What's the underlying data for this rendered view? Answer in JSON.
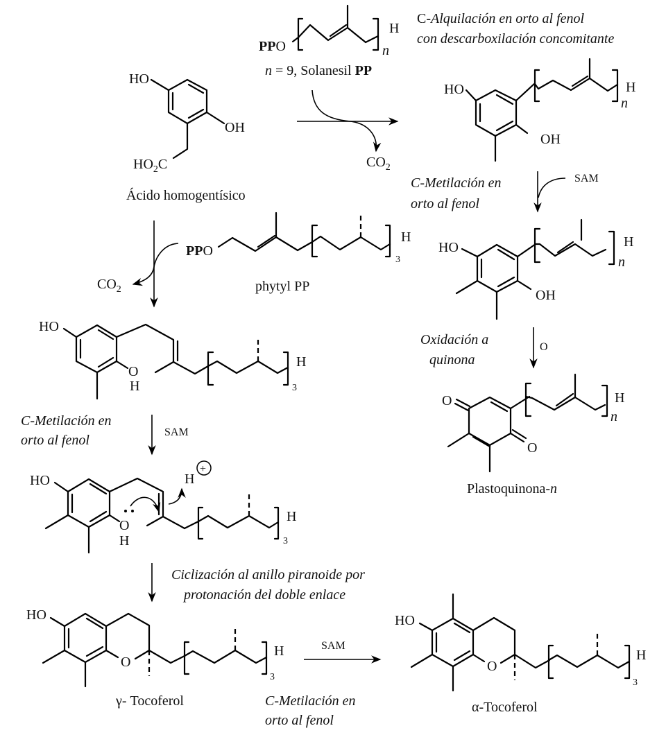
{
  "title": "Biosíntesis de plastoquinona y tocoferoles",
  "colors": {
    "ink": "#000000",
    "background": "#ffffff"
  },
  "compounds": {
    "solanesyl": {
      "pp": "PP",
      "o": "O",
      "h": "H",
      "n": "n",
      "caption_n": "n",
      "caption_eq": " = 9,  Solanesil ",
      "caption_pp": "PP"
    },
    "homogentisic": {
      "ho": "HO",
      "oh": "OH",
      "ho2c": "HO",
      "ho2c_sub": "2",
      "ho2c_c": "C",
      "name": "Ácido homogentísico"
    },
    "intermediate1": {
      "ho": "HO",
      "oh": "OH",
      "h": "H",
      "n": "n"
    },
    "intermediate2": {
      "ho": "HO",
      "oh": "OH",
      "h": "H",
      "n": "n"
    },
    "plastoquinone": {
      "o1": "O",
      "o2": "O",
      "h": "H",
      "n": "n",
      "name_a": "Plastoquinona-",
      "name_b": "n"
    },
    "phytyl": {
      "pp": "PP",
      "o": "O",
      "h": "H",
      "sub": "3",
      "name": "phytyl PP"
    },
    "intermediate3": {
      "ho": "HO",
      "o": "O",
      "oh_h": "H",
      "h": "H",
      "sub": "3"
    },
    "intermediate4": {
      "ho": "HO",
      "o": "O",
      "oh_h": "H",
      "h": "H",
      "sub": "3",
      "proton": "H",
      "charge": "+"
    },
    "gamma": {
      "ho": "HO",
      "o": "O",
      "h": "H",
      "sub": "3",
      "name": "γ- Tocoferol"
    },
    "alpha": {
      "ho": "HO",
      "o": "O",
      "h": "H",
      "sub": "3",
      "name": "α-Tocoferol"
    }
  },
  "steps": {
    "alkylation": {
      "line1_prefix": "C-",
      "line1": "Alquilación en orto al fenol",
      "line2": "con descarboxilación concomitante"
    },
    "co2_top": {
      "co": "CO",
      "sub": "2"
    },
    "co2_left": {
      "co": "CO",
      "sub": "2"
    },
    "methylation_right": {
      "line1": "C-Metilación en",
      "line2": "orto al fenol",
      "reagent": "SAM"
    },
    "oxidation": {
      "line1": "Oxidación a",
      "line2": "quinona",
      "reagent": "O"
    },
    "methylation_left": {
      "line1": "C-Metilación en",
      "line2": "orto al fenol",
      "reagent": "SAM"
    },
    "cyclization": {
      "line1": "Ciclización al anillo piranoide por",
      "line2": "protonación del  doble enlace"
    },
    "methylation_bottom": {
      "line1": "C-Metilación en",
      "line2": "orto al fenol",
      "reagent": "SAM"
    }
  }
}
